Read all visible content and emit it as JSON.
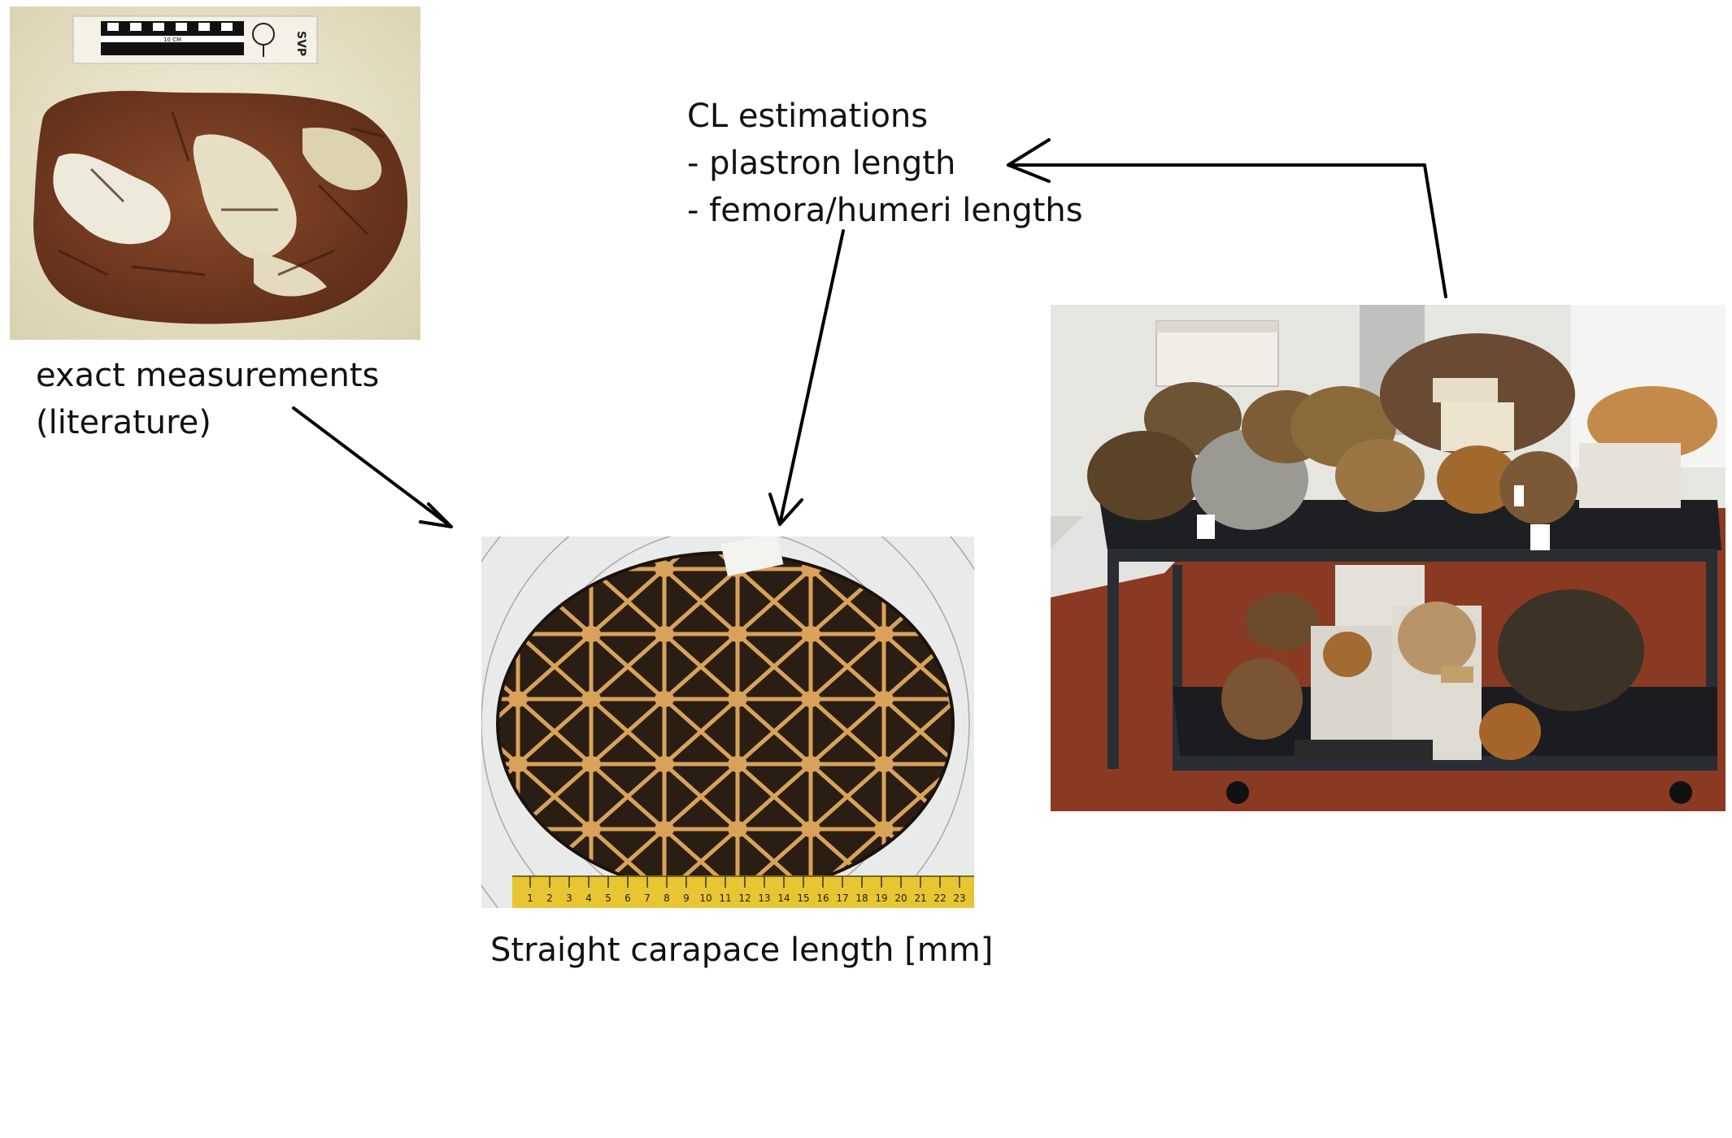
{
  "labels": {
    "exact_line1": "exact measurements",
    "exact_line2": "(literature)",
    "cl_title": "CL estimations",
    "cl_item1": "- plastron length",
    "cl_item2": "- femora/humeri lengths",
    "scl": "Straight carapace length [mm]"
  },
  "fossil_photo": {
    "scale_bar_text": "10 CM",
    "scale_bar_logo": "SVP"
  },
  "shell_photo": {
    "ruler_numbers": [
      "1",
      "2",
      "3",
      "4",
      "5",
      "6",
      "7",
      "8",
      "9",
      "10",
      "11",
      "12",
      "13",
      "14",
      "15",
      "16",
      "17",
      "18",
      "19",
      "20",
      "21",
      "22",
      "23"
    ]
  },
  "colors": {
    "background": "#ffffff",
    "text": "#111111",
    "arrow": "#000000",
    "fossil": "#7a3f22",
    "plaster": "#e8e2c8",
    "shell_dark": "#2a1d14",
    "shell_light": "#d8a25a",
    "ruler": "#e7c533",
    "cart": "#1a1c20",
    "floor": "#8a3a22"
  }
}
